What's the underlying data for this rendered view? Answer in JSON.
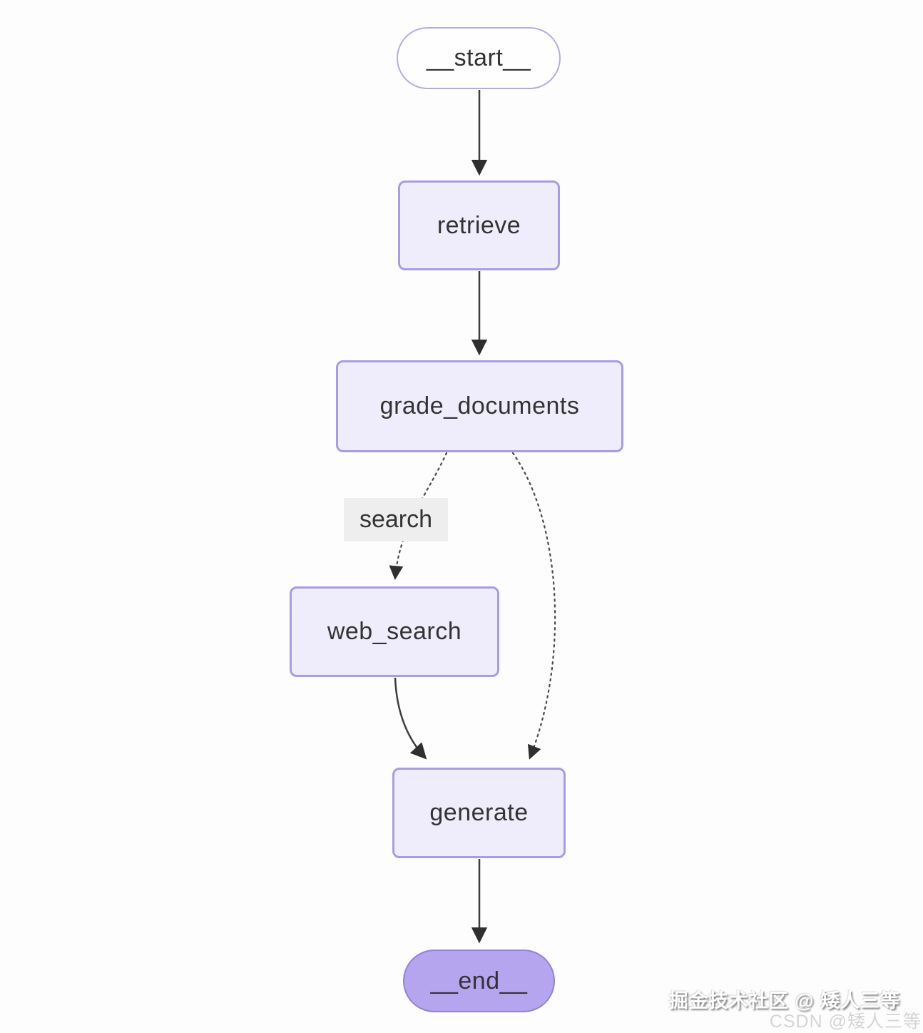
{
  "diagram": {
    "type": "flowchart",
    "direction": "top-down",
    "nodes": {
      "start": {
        "label": "__start__",
        "shape": "stadium"
      },
      "retrieve": {
        "label": "retrieve",
        "shape": "rect"
      },
      "grade_documents": {
        "label": "grade_documents",
        "shape": "rect"
      },
      "web_search": {
        "label": "web_search",
        "shape": "rect"
      },
      "generate": {
        "label": "generate",
        "shape": "rect"
      },
      "end": {
        "label": "__end__",
        "shape": "stadium"
      }
    },
    "edges": [
      {
        "from": "start",
        "to": "retrieve",
        "style": "solid"
      },
      {
        "from": "retrieve",
        "to": "grade_documents",
        "style": "solid"
      },
      {
        "from": "grade_documents",
        "to": "web_search",
        "style": "dotted",
        "label": "search"
      },
      {
        "from": "grade_documents",
        "to": "generate",
        "style": "dotted"
      },
      {
        "from": "web_search",
        "to": "generate",
        "style": "solid"
      },
      {
        "from": "generate",
        "to": "end",
        "style": "solid"
      }
    ],
    "edge_labels": {
      "search": "search"
    },
    "colors": {
      "node_fill": "#efedfc",
      "node_border": "#a99ce6",
      "start_fill": "#fefeff",
      "start_border": "#b7aaea",
      "end_fill": "#b5a5ee",
      "end_border": "#9282d8",
      "edge_stroke": "#3d3d3d",
      "arrowhead": "#2f2f2f",
      "edge_label_bg": "#eeeeee",
      "text": "#333333",
      "background": "#fdfdfd"
    }
  },
  "watermarks": {
    "line1": "掘金技术社区 @ 矮人三等",
    "line2": "CSDN @矮人三等"
  }
}
